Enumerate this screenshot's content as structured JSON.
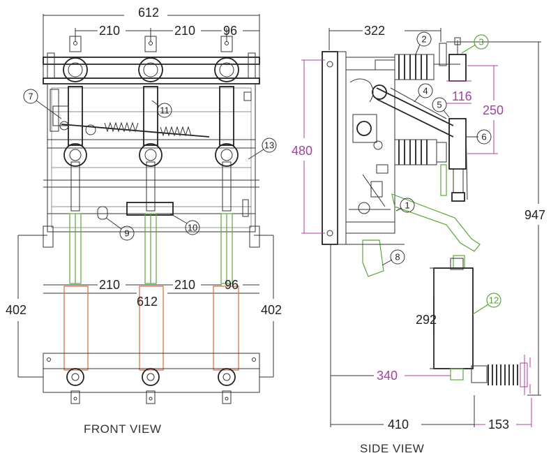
{
  "front_view": {
    "caption": "FRONT VIEW",
    "dims_top": {
      "overall": "612",
      "pitch_1": "210",
      "pitch_2": "210",
      "edge": "96"
    },
    "dims_lower": {
      "pitch_1": "210",
      "pitch_2": "210",
      "edge": "96",
      "overall": "612",
      "left_height": "402",
      "right_height": "402"
    },
    "callouts": {
      "c7": "7",
      "c9": "9",
      "c10": "10",
      "c11": "11",
      "c13": "13"
    }
  },
  "side_view": {
    "caption": "SIDE VIEW",
    "dims": {
      "top_width": "322",
      "height_480": "480",
      "dim_116": "116",
      "dim_250": "250",
      "overall_height": "947",
      "fuse_292": "292",
      "depth_340": "340",
      "depth_410": "410",
      "terminal_153": "153"
    },
    "callouts": {
      "c1": "1",
      "c2": "2",
      "c3": "3",
      "c4": "4",
      "c5": "5",
      "c6": "6",
      "c8": "8",
      "c12": "12"
    }
  },
  "colors": {
    "dimension_text": "#222222",
    "magenta_dims": "#a0449c",
    "fuse_orange": "#e0683a",
    "green_parts": "#59a63a"
  }
}
